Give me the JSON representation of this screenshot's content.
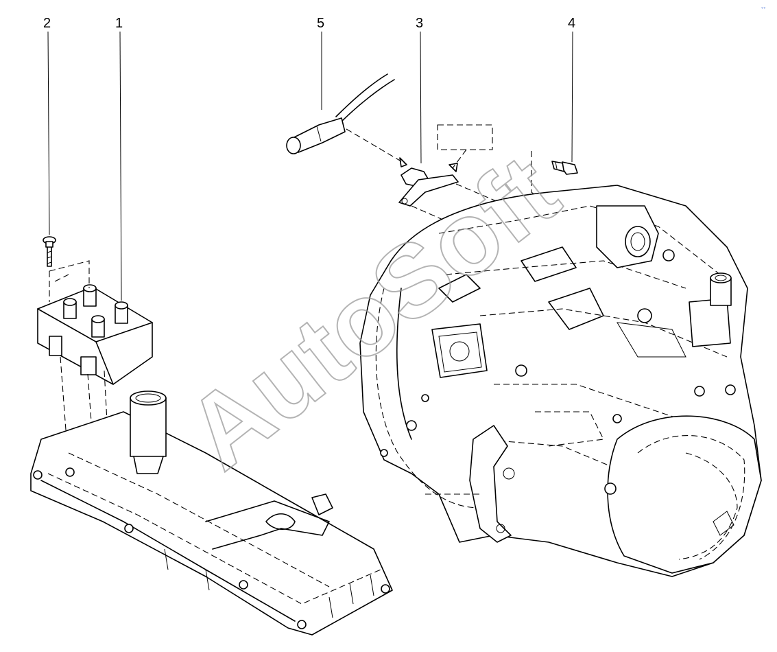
{
  "callouts": {
    "c1": "1",
    "c2": "2",
    "c3": "3",
    "c4": "4",
    "c5": "5"
  },
  "watermark": "AutoSoft",
  "colors": {
    "line": "#000000",
    "background": "#ffffff",
    "watermark": "#9a9a9a"
  }
}
